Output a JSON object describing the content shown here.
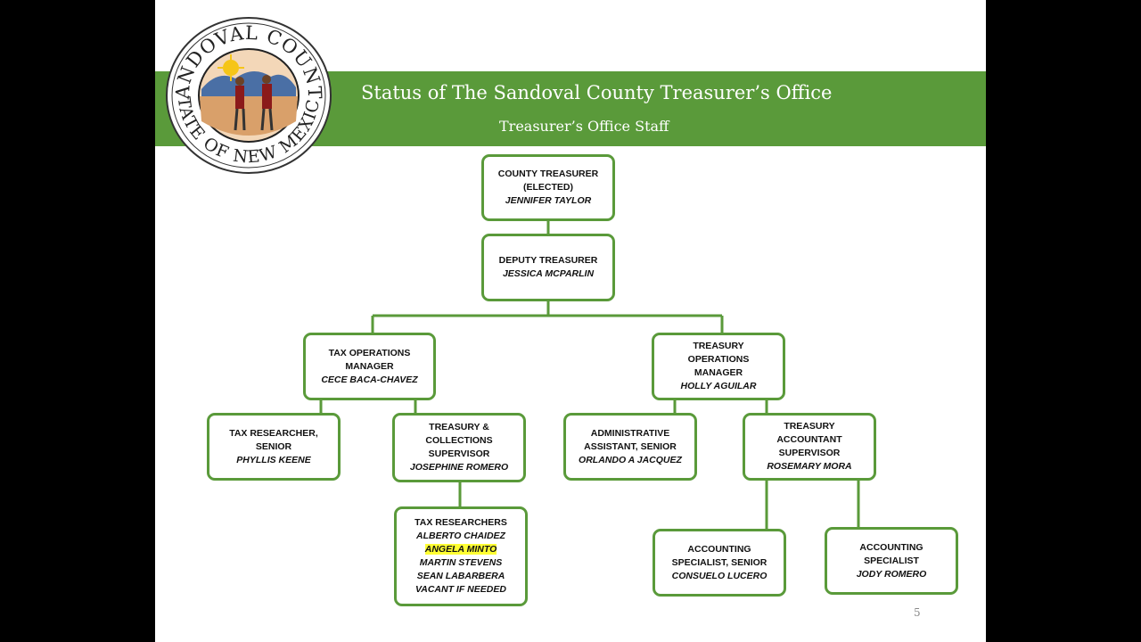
{
  "header": {
    "title": "Status of The Sandoval County Treasurer’s Office",
    "subtitle": "Treasurer’s Office Staff"
  },
  "seal": {
    "top_text": "SANDOVAL COUNTY",
    "bottom_text": "STATE OF NEW MEXICO"
  },
  "colors": {
    "accent_green": "#5a9a3a",
    "highlight": "#ffff33"
  },
  "org": {
    "treasurer": {
      "lines": [
        "COUNTY TREASURER",
        "(ELECTED)"
      ],
      "name": "JENNIFER TAYLOR"
    },
    "deputy": {
      "lines": [
        "DEPUTY TREASURER"
      ],
      "name": "JESSICA MCPARLIN"
    },
    "tax_ops": {
      "lines": [
        "TAX OPERATIONS",
        "MANAGER"
      ],
      "name": "CECE BACA-CHAVEZ"
    },
    "treasury_ops": {
      "lines": [
        "TREASURY",
        "OPERATIONS",
        "MANAGER"
      ],
      "name": "HOLLY AGUILAR"
    },
    "tax_researcher_senior": {
      "lines": [
        "TAX RESEARCHER,",
        "SENIOR"
      ],
      "name": "PHYLLIS KEENE"
    },
    "collections_supervisor": {
      "lines": [
        "TREASURY &",
        "COLLECTIONS",
        "SUPERVISOR"
      ],
      "name": "JOSEPHINE ROMERO"
    },
    "admin_assistant": {
      "lines": [
        "ADMINISTRATIVE",
        "ASSISTANT, SENIOR"
      ],
      "name": "ORLANDO A JACQUEZ"
    },
    "accountant_supervisor": {
      "lines": [
        "TREASURY",
        "ACCOUNTANT",
        "SUPERVISOR"
      ],
      "name": "ROSEMARY MORA"
    },
    "tax_researchers": {
      "lines": [
        "TAX RESEARCHERS"
      ],
      "names": [
        "ALBERTO CHAIDEZ",
        "ANGELA MINTO",
        "MARTIN STEVENS",
        "SEAN LABARBERA",
        "VACANT IF NEEDED"
      ]
    },
    "accounting_specialist_senior": {
      "lines": [
        "ACCOUNTING",
        "SPECIALIST, SENIOR"
      ],
      "name": "CONSUELO LUCERO"
    },
    "accounting_specialist": {
      "lines": [
        "ACCOUNTING",
        "SPECIALIST"
      ],
      "name": "JODY ROMERO"
    }
  },
  "footer": {
    "page_number": "5"
  }
}
